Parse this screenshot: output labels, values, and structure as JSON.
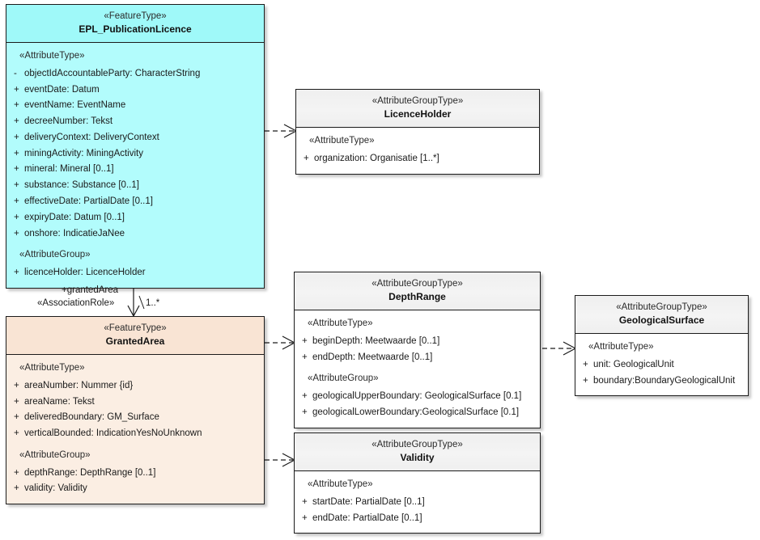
{
  "diagram": {
    "title": "EPL_PublicationLicence UML class diagram",
    "colors": {
      "feature_type_fill": "#b2fcfc",
      "feature_type_header": "#9ff9f9",
      "granted_area_fill": "#fbeee3",
      "granted_area_header": "#f9e4d4",
      "attribute_group_type_fill": "#ffffff",
      "attribute_group_type_header": "#efefef",
      "border": "#1b1b1b",
      "background": "#ffffff"
    }
  },
  "classes": {
    "epl_publication_licence": {
      "stereotype": "«FeatureType»",
      "name": "EPL_PublicationLicence",
      "sections": [
        {
          "group_label": "«AttributeType»",
          "attributes": [
            {
              "visibility": "-",
              "text": "objectIdAccountableParty: CharacterString"
            },
            {
              "visibility": "+",
              "text": "eventDate: Datum"
            },
            {
              "visibility": "+",
              "text": "eventName: EventName"
            },
            {
              "visibility": "+",
              "text": "decreeNumber: Tekst"
            },
            {
              "visibility": "+",
              "text": "deliveryContext: DeliveryContext"
            },
            {
              "visibility": "+",
              "text": "miningActivity: MiningActivity"
            },
            {
              "visibility": "+",
              "text": "mineral: Mineral [0..1]"
            },
            {
              "visibility": "+",
              "text": "substance: Substance [0..1]"
            },
            {
              "visibility": "+",
              "text": "effectiveDate: PartialDate [0..1]"
            },
            {
              "visibility": "+",
              "text": "expiryDate: Datum [0..1]"
            },
            {
              "visibility": "+",
              "text": "onshore: IndicatieJaNee"
            }
          ]
        },
        {
          "group_label": "«AttributeGroup»",
          "attributes": [
            {
              "visibility": "+",
              "text": "licenceHolder: LicenceHolder"
            }
          ]
        }
      ]
    },
    "licence_holder": {
      "stereotype": "«AttributeGroupType»",
      "name": "LicenceHolder",
      "sections": [
        {
          "group_label": "«AttributeType»",
          "attributes": [
            {
              "visibility": "+",
              "text": "organization: Organisatie [1..*]"
            }
          ]
        }
      ]
    },
    "granted_area": {
      "stereotype": "«FeatureType»",
      "name": "GrantedArea",
      "sections": [
        {
          "group_label": "«AttributeType»",
          "attributes": [
            {
              "visibility": "+",
              "text": "areaNumber: Nummer {id}"
            },
            {
              "visibility": "+",
              "text": "areaName: Tekst"
            },
            {
              "visibility": "+",
              "text": "deliveredBoundary: GM_Surface"
            },
            {
              "visibility": "+",
              "text": "verticalBounded: IndicationYesNoUnknown"
            }
          ]
        },
        {
          "group_label": "«AttributeGroup»",
          "attributes": [
            {
              "visibility": "+",
              "text": "depthRange: DepthRange [0..1]"
            },
            {
              "visibility": "+",
              "text": "validity: Validity"
            }
          ]
        }
      ]
    },
    "depth_range": {
      "stereotype": "«AttributeGroupType»",
      "name": "DepthRange",
      "sections": [
        {
          "group_label": "«AttributeType»",
          "attributes": [
            {
              "visibility": "+",
              "text": "beginDepth: Meetwaarde [0..1]"
            },
            {
              "visibility": "+",
              "text": "endDepth: Meetwaarde [0..1]"
            }
          ]
        },
        {
          "group_label": "«AttributeGroup»",
          "attributes": [
            {
              "visibility": "+",
              "text": "geologicalUpperBoundary: GeologicalSurface [0.1]"
            },
            {
              "visibility": "+",
              "text": "geologicalLowerBoundary:GeologicalSurface [0.1]"
            }
          ]
        }
      ]
    },
    "geological_surface": {
      "stereotype": "«AttributeGroupType»",
      "name": "GeologicalSurface",
      "sections": [
        {
          "group_label": "«AttributeType»",
          "attributes": [
            {
              "visibility": "+",
              "text": "unit: GeologicalUnit"
            },
            {
              "visibility": "+",
              "text": "boundary:BoundaryGeologicalUnit"
            }
          ]
        }
      ]
    },
    "validity": {
      "stereotype": "«AttributeGroupType»",
      "name": "Validity",
      "sections": [
        {
          "group_label": "«AttributeType»",
          "attributes": [
            {
              "visibility": "+",
              "text": "startDate: PartialDate [0..1]"
            },
            {
              "visibility": "+",
              "text": "endDate: PartialDate [0..1]"
            }
          ]
        }
      ]
    }
  },
  "associations": {
    "granted_area_association": {
      "role_name": "+grantedArea",
      "stereotype": "«AssociationRole»",
      "multiplicity": "1..*"
    }
  }
}
